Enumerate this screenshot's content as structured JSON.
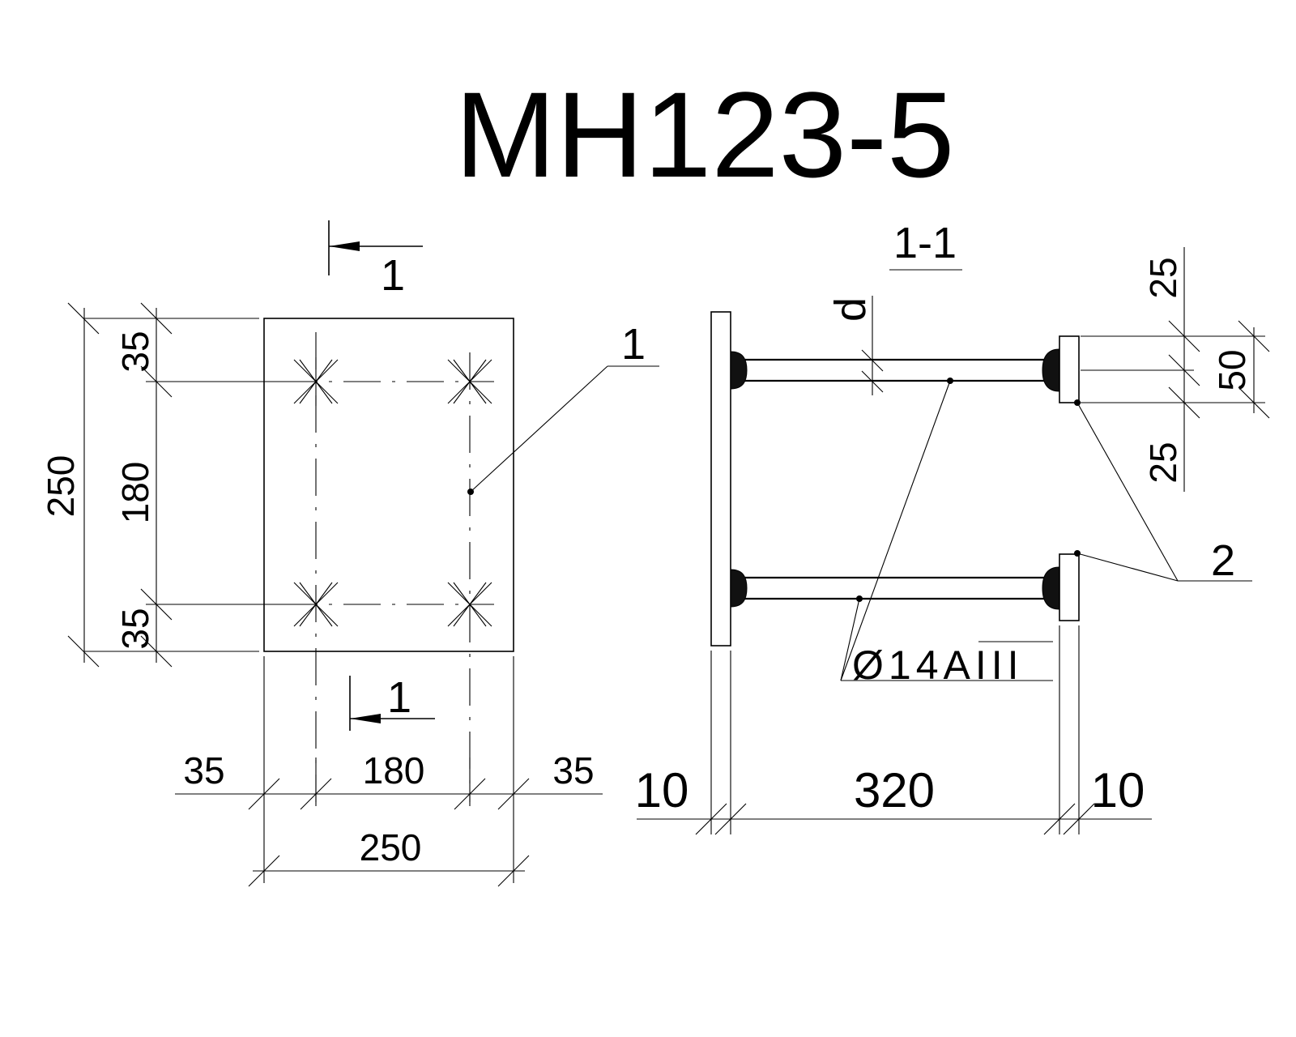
{
  "title": "MH123-5",
  "plan_view": {
    "section_marker_top": "1",
    "section_marker_bottom": "1",
    "callout_plate": "1",
    "dims_left": {
      "top": "35",
      "middle": "180",
      "bottom": "35",
      "total": "250"
    },
    "dims_bottom": {
      "left": "35",
      "middle": "180",
      "right": "35",
      "total": "250"
    }
  },
  "section_view": {
    "section_title": "1-1",
    "bar_diameter_label": "d",
    "bar_spec": "Ø14AIII",
    "callout_washer": "2",
    "dims_right": {
      "top": "25",
      "middle": "50",
      "bottom": "25"
    },
    "dims_bottom": {
      "left": "10",
      "middle": "320",
      "right": "10"
    }
  }
}
